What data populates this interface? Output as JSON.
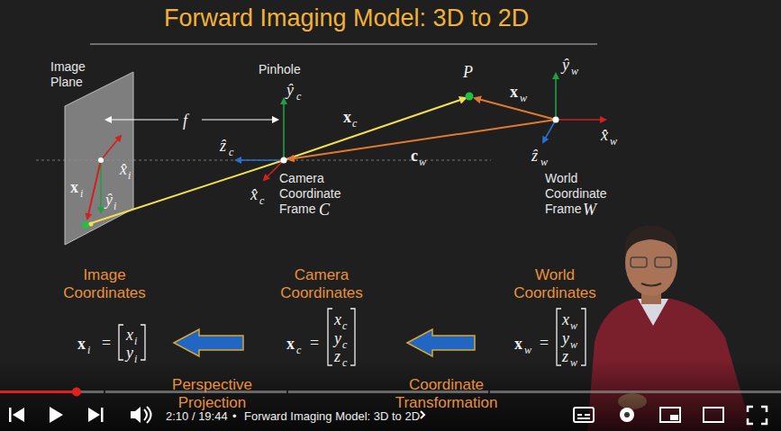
{
  "diagram": {
    "title": "Forward Imaging Model: 3D to 2D",
    "labels": [
      "Image Plane",
      "f",
      "Pinhole",
      "ŷ",
      "c",
      "ẑ",
      "c",
      "x̂",
      "c",
      "x",
      "c",
      "Camera Coordinate Frame",
      "C",
      "P",
      "x",
      "w",
      "c",
      "w",
      "ŷ",
      "w",
      "x̂",
      "w",
      "ẑ",
      "w",
      "World Coordinate Frame",
      "W",
      "x̂",
      "i",
      "x",
      "i",
      "ŷ",
      "i",
      "Image Coordinates",
      "Camera Coordinates",
      "World Coordinates",
      "x",
      "i",
      "=",
      "x",
      "i",
      "y",
      "i",
      "x",
      "c",
      "=",
      "x",
      "c",
      "y",
      "c",
      "z",
      "c",
      "x",
      "w",
      "=",
      "x",
      "w",
      "y",
      "w",
      "z",
      "w",
      "Perspective Projection",
      "Coordinate Transformation",
      "2:10 / 19:44",
      "•",
      "Forward Imaging Model: 3D to 2D"
    ]
  }
}
